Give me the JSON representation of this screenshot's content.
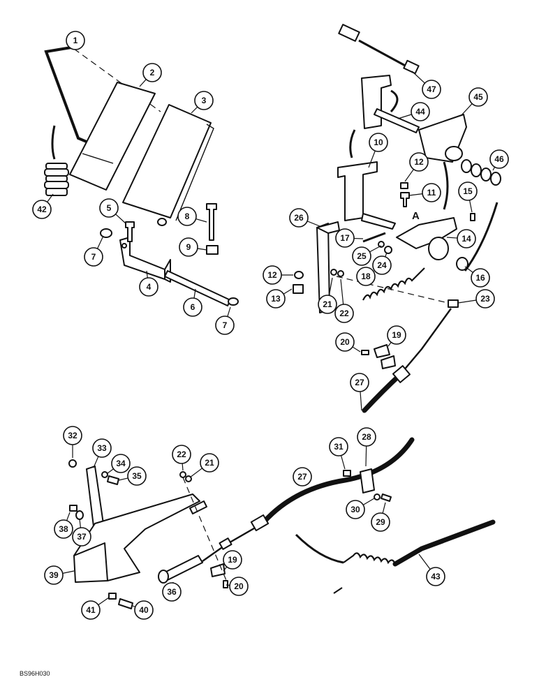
{
  "figure_code": "BS96H030",
  "section_marker": "A",
  "callouts": [
    "1",
    "2",
    "3",
    "4",
    "5",
    "6",
    "7",
    "8",
    "9",
    "10",
    "11",
    "12",
    "13",
    "14",
    "15",
    "16",
    "17",
    "18",
    "19",
    "20",
    "21",
    "22",
    "23",
    "24",
    "25",
    "26",
    "27",
    "28",
    "29",
    "30",
    "31",
    "32",
    "33",
    "34",
    "35",
    "36",
    "37",
    "38",
    "39",
    "40",
    "41",
    "42",
    "43",
    "44",
    "45",
    "46",
    "47"
  ]
}
